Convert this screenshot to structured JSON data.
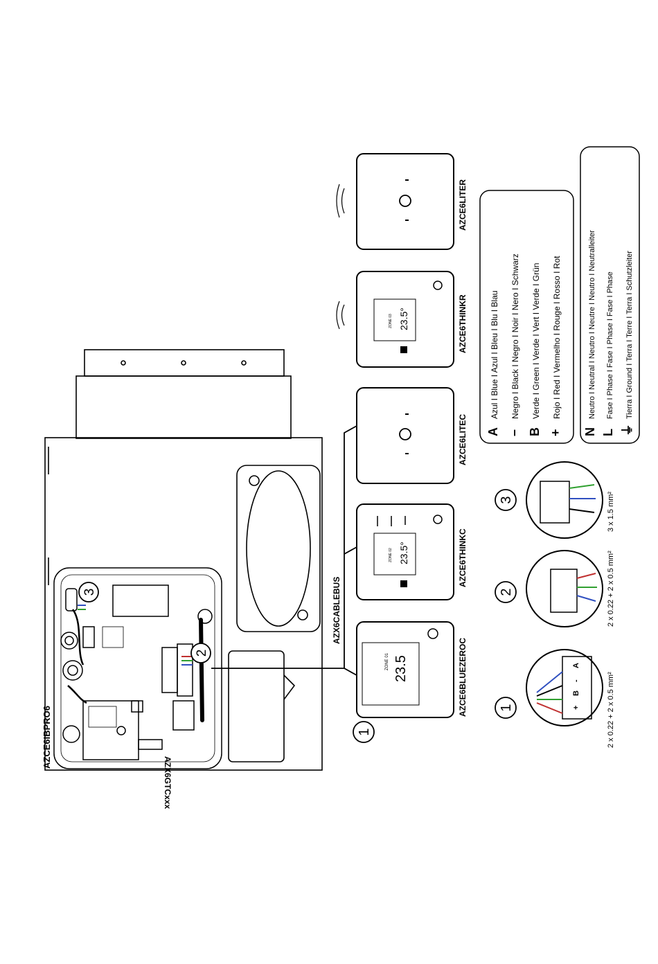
{
  "labels": {
    "main_unit": "AZCE6IBPRO6",
    "gateway": "AZX6GTCxxx",
    "cable": "AZX6CABLEBUS"
  },
  "thermostats": [
    {
      "model": "AZCE6BLUEZEROC",
      "zone": "ZONE 01",
      "temp": "23.5"
    },
    {
      "model": "AZCE6THINKC",
      "zone": "ZONE 02",
      "temp": "23.5°"
    },
    {
      "model": "AZCE6LITEC"
    },
    {
      "model": "AZCE6THINKR",
      "zone": "ZONE 03",
      "temp": "23.5°"
    },
    {
      "model": "AZCE6LITER"
    }
  ],
  "callouts": [
    "1",
    "2",
    "3"
  ],
  "connectors": [
    {
      "number": "1",
      "spec": "2 x 0.22 + 2 x 0.5 mm²",
      "pins": [
        "+",
        "B",
        "-",
        "A"
      ]
    },
    {
      "number": "2",
      "spec": "2 x 0.22 + 2 x 0.5 mm²"
    },
    {
      "number": "3",
      "spec": "3 x 1.5 mm²"
    }
  ],
  "legend_bus": [
    {
      "symbol": "A",
      "text": "Azul I Blue I Azul I Bleu I Blu I Blau"
    },
    {
      "symbol": "–",
      "text": "Negro I Black I Negro I Noir I Nero I Schwarz"
    },
    {
      "symbol": "B",
      "text": "Verde I Green I Verde I Vert I Verde I Grün"
    },
    {
      "symbol": "+",
      "text": "Rojo I Red I Vermelho I Rouge I Rosso I Rot"
    }
  ],
  "legend_power": [
    {
      "symbol": "N",
      "text": "Neutro I Neutral I Neutro I Neutre I Neutro I Neutralleiter"
    },
    {
      "symbol": "L",
      "text": "Fase I Phase I Fase I Phase I Fase I Phase"
    },
    {
      "symbol": "⏚",
      "text": "Tierra I Ground I Terra I Terre I Terra I Schutzleiter"
    }
  ],
  "colors": {
    "line": "#000000",
    "blue": "#3050c0",
    "green": "#30a030",
    "red": "#c03030"
  }
}
